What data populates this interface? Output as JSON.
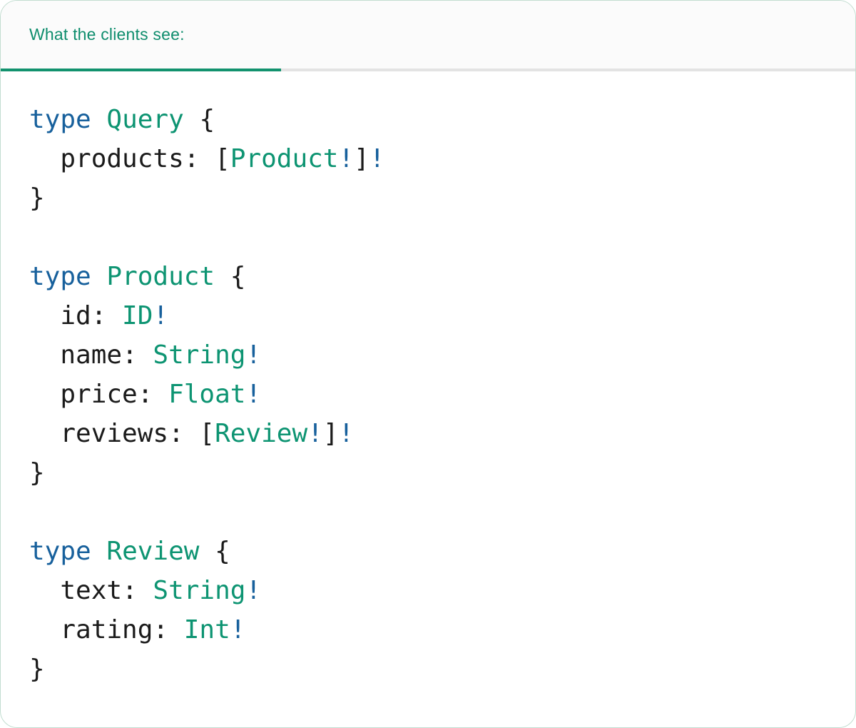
{
  "tab": {
    "label": "What the clients see:"
  },
  "colors": {
    "accent_green": "#0e8d6d",
    "tab_underline_green": "#12926e",
    "tab_underline_gray": "#e3e3e3",
    "header_background": "#fbfbfb",
    "card_border": "#c2ddd0",
    "code_plain": "#1b1b1b",
    "code_keyword": "#17609c",
    "code_typename": "#0d9472",
    "code_bang": "#17609c"
  },
  "code": {
    "language": "graphql",
    "lines": [
      [
        {
          "text": "type",
          "style": "keyword"
        },
        {
          "text": " ",
          "style": "plain"
        },
        {
          "text": "Query",
          "style": "typename"
        },
        {
          "text": " {",
          "style": "plain"
        }
      ],
      [
        {
          "text": "  products: [",
          "style": "plain"
        },
        {
          "text": "Product",
          "style": "typename"
        },
        {
          "text": "!",
          "style": "bang"
        },
        {
          "text": "]",
          "style": "plain"
        },
        {
          "text": "!",
          "style": "bang"
        }
      ],
      [
        {
          "text": "}",
          "style": "plain"
        }
      ],
      [],
      [
        {
          "text": "type",
          "style": "keyword"
        },
        {
          "text": " ",
          "style": "plain"
        },
        {
          "text": "Product",
          "style": "typename"
        },
        {
          "text": " {",
          "style": "plain"
        }
      ],
      [
        {
          "text": "  id: ",
          "style": "plain"
        },
        {
          "text": "ID",
          "style": "typename"
        },
        {
          "text": "!",
          "style": "bang"
        }
      ],
      [
        {
          "text": "  name: ",
          "style": "plain"
        },
        {
          "text": "String",
          "style": "typename"
        },
        {
          "text": "!",
          "style": "bang"
        }
      ],
      [
        {
          "text": "  price: ",
          "style": "plain"
        },
        {
          "text": "Float",
          "style": "typename"
        },
        {
          "text": "!",
          "style": "bang"
        }
      ],
      [
        {
          "text": "  reviews: [",
          "style": "plain"
        },
        {
          "text": "Review",
          "style": "typename"
        },
        {
          "text": "!",
          "style": "bang"
        },
        {
          "text": "]",
          "style": "plain"
        },
        {
          "text": "!",
          "style": "bang"
        }
      ],
      [
        {
          "text": "}",
          "style": "plain"
        }
      ],
      [],
      [
        {
          "text": "type",
          "style": "keyword"
        },
        {
          "text": " ",
          "style": "plain"
        },
        {
          "text": "Review",
          "style": "typename"
        },
        {
          "text": " {",
          "style": "plain"
        }
      ],
      [
        {
          "text": "  text: ",
          "style": "plain"
        },
        {
          "text": "String",
          "style": "typename"
        },
        {
          "text": "!",
          "style": "bang"
        }
      ],
      [
        {
          "text": "  rating: ",
          "style": "plain"
        },
        {
          "text": "Int",
          "style": "typename"
        },
        {
          "text": "!",
          "style": "bang"
        }
      ],
      [
        {
          "text": "}",
          "style": "plain"
        }
      ]
    ]
  }
}
